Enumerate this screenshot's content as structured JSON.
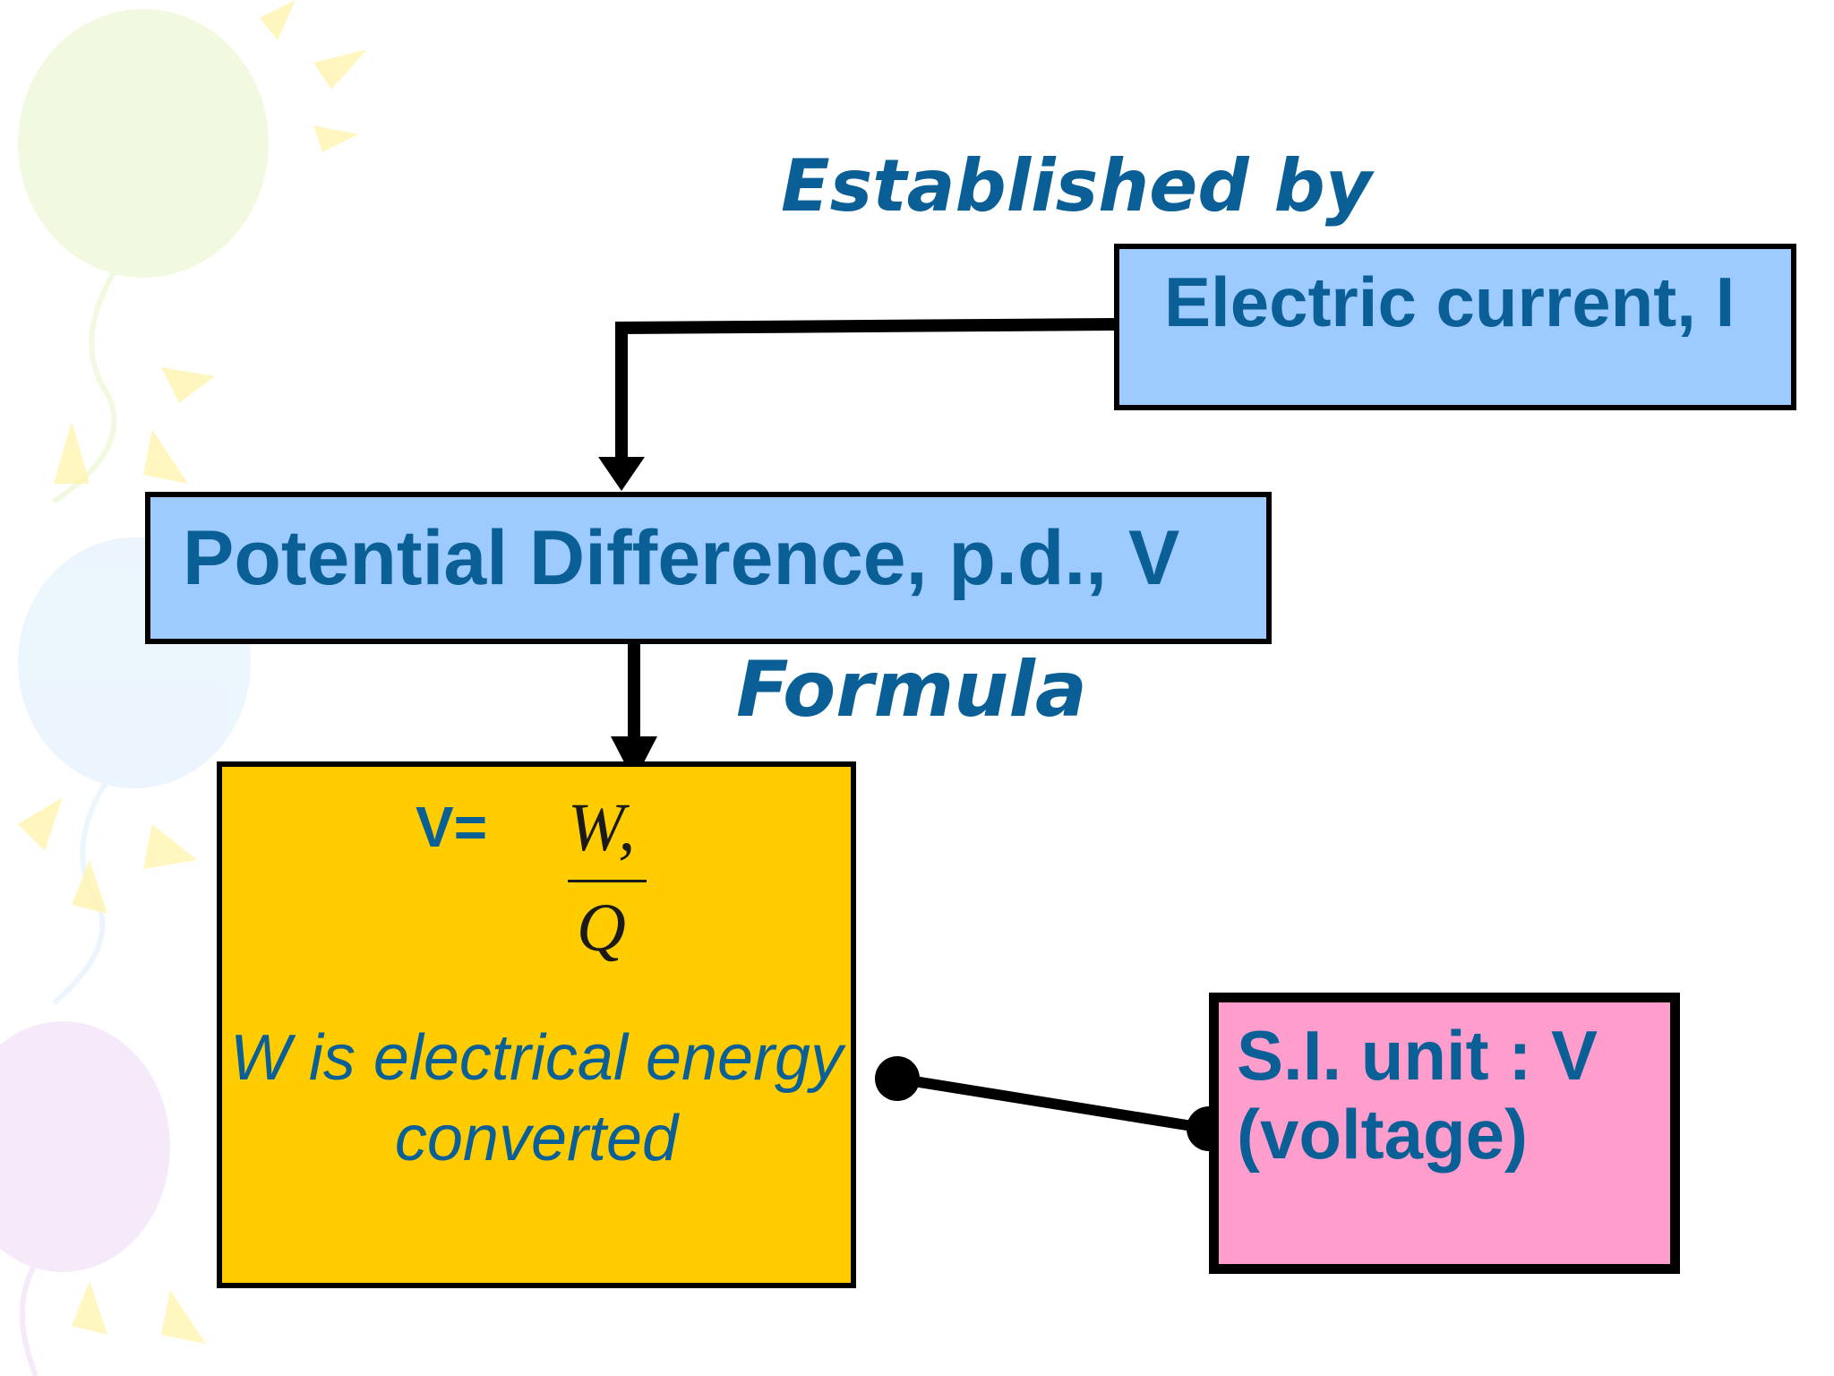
{
  "labels": {
    "established": "Established by",
    "formula": "Formula"
  },
  "boxes": {
    "electric_current": "Electric current, I",
    "potential_difference": "Potential Difference, p.d., V",
    "formula": {
      "lhs": "V=",
      "numerator": "W,",
      "denominator": "Q",
      "description": "W is electrical energy converted"
    },
    "si_unit": {
      "line1": "S.I. unit : V",
      "line2": "(voltage)"
    }
  },
  "colors": {
    "blue_box": "#9ecbff",
    "yellow_box": "#ffcc00",
    "pink_box": "#ff9dcd",
    "text": "#0a5f96"
  }
}
